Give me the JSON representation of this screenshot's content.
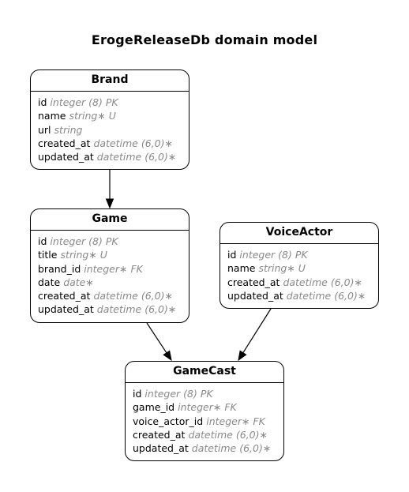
{
  "diagram": {
    "title": "ErogeReleaseDb domain model"
  },
  "entities": [
    {
      "key": "brand",
      "name": "Brand",
      "attributes": [
        {
          "name": "id",
          "type": "integer (8) PK"
        },
        {
          "name": "name",
          "type": "string∗ U"
        },
        {
          "name": "url",
          "type": "string"
        },
        {
          "name": "created_at",
          "type": "datetime (6,0)∗"
        },
        {
          "name": "updated_at",
          "type": "datetime (6,0)∗"
        }
      ]
    },
    {
      "key": "game",
      "name": "Game",
      "attributes": [
        {
          "name": "id",
          "type": "integer (8) PK"
        },
        {
          "name": "title",
          "type": "string∗ U"
        },
        {
          "name": "brand_id",
          "type": "integer∗ FK"
        },
        {
          "name": "date",
          "type": "date∗"
        },
        {
          "name": "created_at",
          "type": "datetime (6,0)∗"
        },
        {
          "name": "updated_at",
          "type": "datetime (6,0)∗"
        }
      ]
    },
    {
      "key": "voice-actor",
      "name": "VoiceActor",
      "attributes": [
        {
          "name": "id",
          "type": "integer (8) PK"
        },
        {
          "name": "name",
          "type": "string∗ U"
        },
        {
          "name": "created_at",
          "type": "datetime (6,0)∗"
        },
        {
          "name": "updated_at",
          "type": "datetime (6,0)∗"
        }
      ]
    },
    {
      "key": "game-cast",
      "name": "GameCast",
      "attributes": [
        {
          "name": "id",
          "type": "integer (8) PK"
        },
        {
          "name": "game_id",
          "type": "integer∗ FK"
        },
        {
          "name": "voice_actor_id",
          "type": "integer∗ FK"
        },
        {
          "name": "created_at",
          "type": "datetime (6,0)∗"
        },
        {
          "name": "updated_at",
          "type": "datetime (6,0)∗"
        }
      ]
    }
  ],
  "relationships": [
    {
      "from": "brand",
      "to": "game"
    },
    {
      "from": "game",
      "to": "game-cast"
    },
    {
      "from": "voice-actor",
      "to": "game-cast"
    }
  ]
}
